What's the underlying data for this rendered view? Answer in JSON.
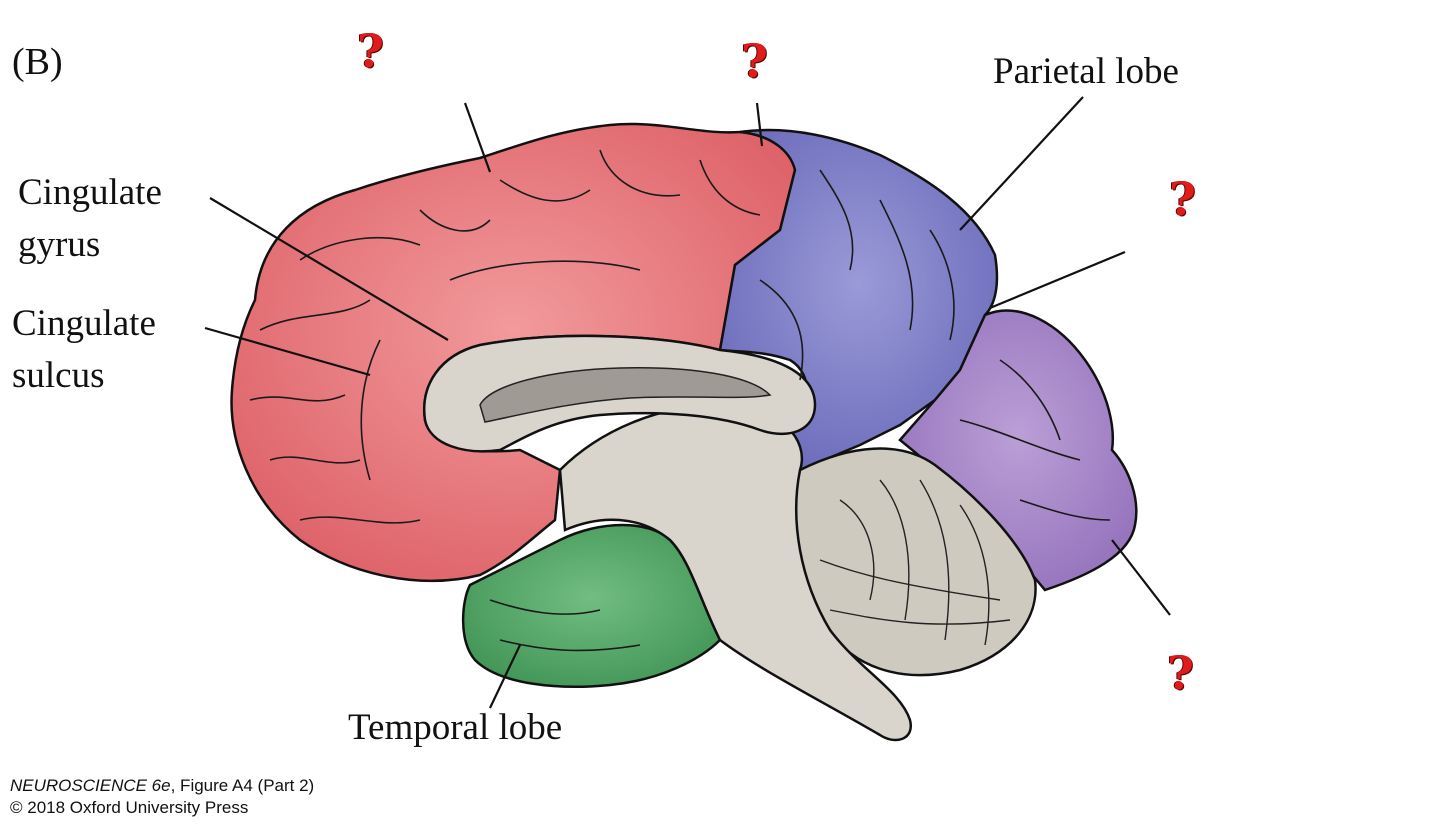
{
  "panel_letter": "(B)",
  "labels": {
    "cingulate_gyrus_line1": "Cingulate",
    "cingulate_gyrus_line2": "gyrus",
    "cingulate_sulcus_line1": "Cingulate",
    "cingulate_sulcus_line2": "sulcus",
    "parietal_lobe": "Parietal lobe",
    "temporal_lobe": "Temporal lobe"
  },
  "unknown_mark": "?",
  "caption": {
    "book": "NEUROSCIENCE 6e",
    "figure": ", Figure A4 (Part 2)",
    "copyright": "© 2018 Oxford University Press"
  },
  "colors": {
    "frontal": "#e9787c",
    "parietal": "#7f7fc9",
    "occipital": "#a684c7",
    "temporal": "#5aa86a",
    "midline": "#d9d5cc",
    "cerebellum": "#cfcac0",
    "question_mark": "#e01b1b"
  }
}
